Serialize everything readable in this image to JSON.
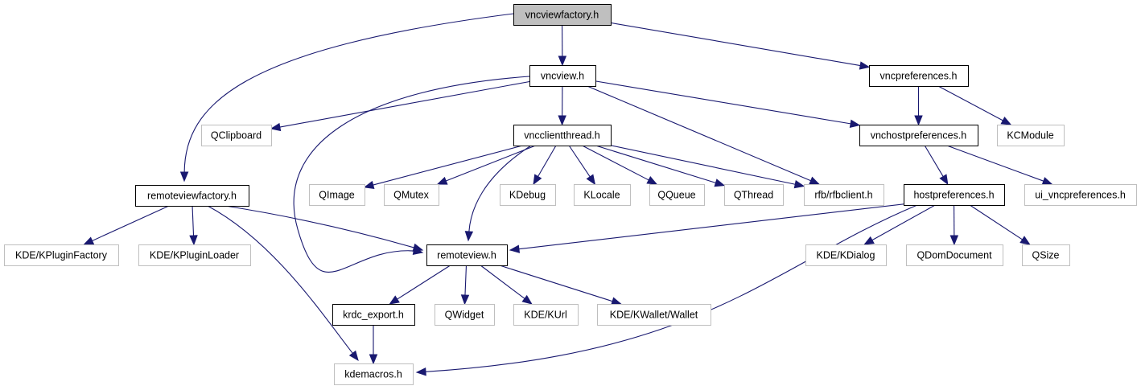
{
  "diagram": {
    "title": "vncviewfactory.h include dependency graph",
    "colors": {
      "edge": "#191970",
      "root_fill": "#bfbfbf",
      "main_border": "#000000",
      "external_border": "#bfbfbf"
    },
    "nodes": [
      {
        "id": "vncviewfactory",
        "label": "vncviewfactory.h",
        "kind": "root"
      },
      {
        "id": "vncview",
        "label": "vncview.h",
        "kind": "main"
      },
      {
        "id": "vncpreferences",
        "label": "vncpreferences.h",
        "kind": "main"
      },
      {
        "id": "remoteviewfactory",
        "label": "remoteviewfactory.h",
        "kind": "main"
      },
      {
        "id": "qclipboard",
        "label": "QClipboard",
        "kind": "external"
      },
      {
        "id": "vncclientthread",
        "label": "vncclientthread.h",
        "kind": "main"
      },
      {
        "id": "vnchostpreferences",
        "label": "vnchostpreferences.h",
        "kind": "main"
      },
      {
        "id": "kcmodule",
        "label": "KCModule",
        "kind": "external"
      },
      {
        "id": "qimage",
        "label": "QImage",
        "kind": "external"
      },
      {
        "id": "qmutex",
        "label": "QMutex",
        "kind": "external"
      },
      {
        "id": "kdebug",
        "label": "KDebug",
        "kind": "external"
      },
      {
        "id": "klocale",
        "label": "KLocale",
        "kind": "external"
      },
      {
        "id": "qqueue",
        "label": "QQueue",
        "kind": "external"
      },
      {
        "id": "qthread",
        "label": "QThread",
        "kind": "external"
      },
      {
        "id": "rfbclient",
        "label": "rfb/rfbclient.h",
        "kind": "external"
      },
      {
        "id": "hostpreferences",
        "label": "hostpreferences.h",
        "kind": "main"
      },
      {
        "id": "uivncpreferences",
        "label": "ui_vncpreferences.h",
        "kind": "external"
      },
      {
        "id": "kpluginfactory",
        "label": "KDE/KPluginFactory",
        "kind": "external"
      },
      {
        "id": "kpluginloader",
        "label": "KDE/KPluginLoader",
        "kind": "external"
      },
      {
        "id": "remoteview",
        "label": "remoteview.h",
        "kind": "main"
      },
      {
        "id": "kdialog",
        "label": "KDE/KDialog",
        "kind": "external"
      },
      {
        "id": "qdomdocument",
        "label": "QDomDocument",
        "kind": "external"
      },
      {
        "id": "qsize",
        "label": "QSize",
        "kind": "external"
      },
      {
        "id": "krdcexport",
        "label": "krdc_export.h",
        "kind": "main"
      },
      {
        "id": "qwidget",
        "label": "QWidget",
        "kind": "external"
      },
      {
        "id": "kurl",
        "label": "KDE/KUrl",
        "kind": "external"
      },
      {
        "id": "kwallet",
        "label": "KDE/KWallet/Wallet",
        "kind": "external"
      },
      {
        "id": "kdemacros",
        "label": "kdemacros.h",
        "kind": "external"
      }
    ],
    "edges": [
      {
        "from": "vncviewfactory",
        "to": "vncview"
      },
      {
        "from": "vncviewfactory",
        "to": "vncpreferences"
      },
      {
        "from": "vncviewfactory",
        "to": "remoteviewfactory"
      },
      {
        "from": "vncview",
        "to": "qclipboard"
      },
      {
        "from": "vncview",
        "to": "vncclientthread"
      },
      {
        "from": "vncview",
        "to": "vnchostpreferences"
      },
      {
        "from": "vncview",
        "to": "rfbclient"
      },
      {
        "from": "vncview",
        "to": "remoteview"
      },
      {
        "from": "vncpreferences",
        "to": "vnchostpreferences"
      },
      {
        "from": "vncpreferences",
        "to": "kcmodule"
      },
      {
        "from": "vncclientthread",
        "to": "qimage"
      },
      {
        "from": "vncclientthread",
        "to": "qmutex"
      },
      {
        "from": "vncclientthread",
        "to": "kdebug"
      },
      {
        "from": "vncclientthread",
        "to": "klocale"
      },
      {
        "from": "vncclientthread",
        "to": "qqueue"
      },
      {
        "from": "vncclientthread",
        "to": "qthread"
      },
      {
        "from": "vncclientthread",
        "to": "rfbclient"
      },
      {
        "from": "vncclientthread",
        "to": "remoteview"
      },
      {
        "from": "vnchostpreferences",
        "to": "hostpreferences"
      },
      {
        "from": "vnchostpreferences",
        "to": "uivncpreferences"
      },
      {
        "from": "remoteviewfactory",
        "to": "kpluginfactory"
      },
      {
        "from": "remoteviewfactory",
        "to": "kpluginloader"
      },
      {
        "from": "remoteviewfactory",
        "to": "remoteview"
      },
      {
        "from": "remoteviewfactory",
        "to": "kdemacros"
      },
      {
        "from": "hostpreferences",
        "to": "remoteview"
      },
      {
        "from": "hostpreferences",
        "to": "kdialog"
      },
      {
        "from": "hostpreferences",
        "to": "qdomdocument"
      },
      {
        "from": "hostpreferences",
        "to": "qsize"
      },
      {
        "from": "hostpreferences",
        "to": "kdemacros"
      },
      {
        "from": "remoteview",
        "to": "krdcexport"
      },
      {
        "from": "remoteview",
        "to": "qwidget"
      },
      {
        "from": "remoteview",
        "to": "kurl"
      },
      {
        "from": "remoteview",
        "to": "kwallet"
      },
      {
        "from": "krdcexport",
        "to": "kdemacros"
      }
    ]
  }
}
